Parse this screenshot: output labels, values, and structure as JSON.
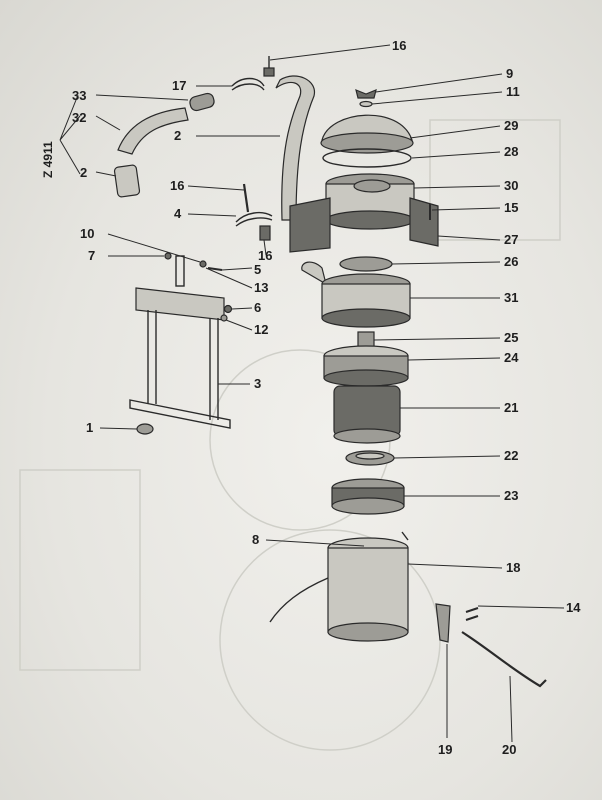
{
  "figure": {
    "doc_code": "Z 4911",
    "part_numbers": [
      "1",
      "2",
      "3",
      "4",
      "5",
      "6",
      "7",
      "8",
      "9",
      "10",
      "11",
      "12",
      "13",
      "14",
      "15",
      "16",
      "17",
      "18",
      "19",
      "20",
      "21",
      "22",
      "23",
      "24",
      "25",
      "26",
      "27",
      "28",
      "29",
      "30",
      "31",
      "32",
      "33"
    ]
  }
}
